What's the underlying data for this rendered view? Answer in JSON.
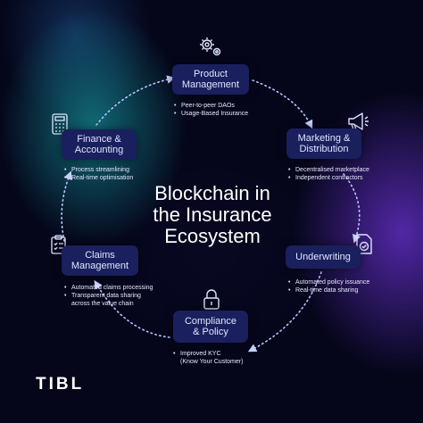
{
  "center": {
    "line1": "Blockchain in",
    "line2": "the Insurance",
    "line3": "Ecosystem"
  },
  "nodes": [
    {
      "key": "product",
      "line1": "Product",
      "line2": "Management",
      "bullets": [
        "Peer-to-peer DAOs",
        "Usage-Based Insurance"
      ],
      "icon": "gears-icon"
    },
    {
      "key": "marketing",
      "line1": "Marketing &",
      "line2": "Distribution",
      "bullets": [
        "Decentralised marketplace",
        "Independent contractors"
      ],
      "icon": "megaphone-icon"
    },
    {
      "key": "underwriting",
      "line1": "Underwriting",
      "line2": "",
      "bullets": [
        "Automated policy issuance",
        "Real-time data sharing"
      ],
      "icon": "document-check-icon"
    },
    {
      "key": "compliance",
      "line1": "Compliance",
      "line2": "& Policy",
      "bullets": [
        "Improved KYC",
        "(Know Your Customer)"
      ],
      "icon": "padlock-icon"
    },
    {
      "key": "claims",
      "line1": "Claims",
      "line2": "Management",
      "bullets": [
        "Automated claims processing",
        "Transparent data sharing",
        "across the value chain"
      ],
      "icon": "clipboard-icon"
    },
    {
      "key": "finance",
      "line1": "Finance &",
      "line2": "Accounting",
      "bullets": [
        "Process streamlining",
        "Real-time optimisation"
      ],
      "icon": "calculator-icon"
    }
  ],
  "logo": {
    "text": "TIBL"
  },
  "colors": {
    "node_bg": "#1a1f5e",
    "ring": "#b9c3ff",
    "text": "#ffffff"
  }
}
